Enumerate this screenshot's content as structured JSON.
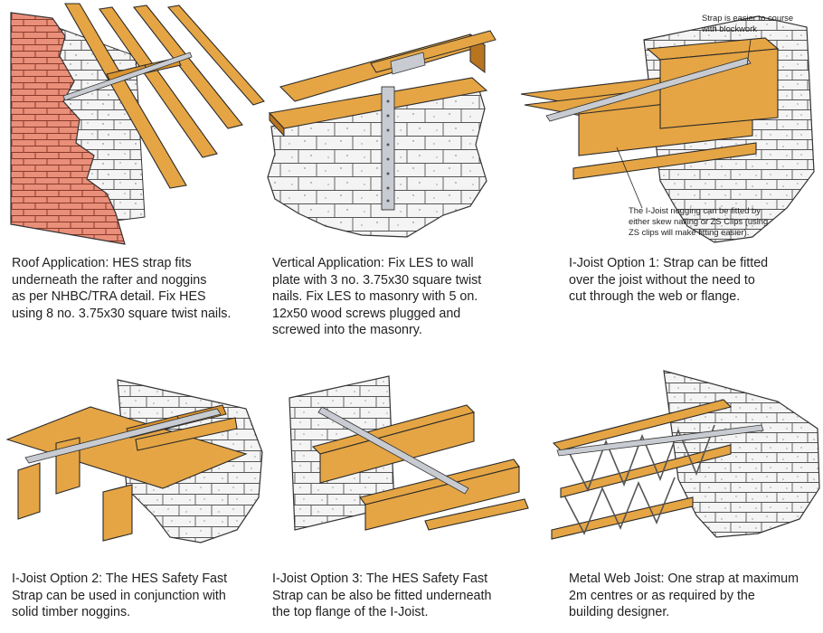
{
  "colors": {
    "timber": "#e5a544",
    "timber_dark": "#b87520",
    "brick": "#e98f7a",
    "block": "#f4f4f4",
    "strap": "#c8ccd2",
    "outline": "#2a2a2a"
  },
  "panels": [
    {
      "id": "roof",
      "caption": "Roof Application: HES strap fits\nunderneath the rafter and noggins\nas per NHBC/TRA detail. Fix HES\nusing 8 no. 3.75x30 square twist nails."
    },
    {
      "id": "vertical",
      "caption": "Vertical Application: Fix LES to wall\nplate with 3 no. 3.75x30 square twist\nnails. Fix LES to masonry with 5 on.\n12x50 wood screws plugged and\nscrewed into the masonry."
    },
    {
      "id": "ijoist1",
      "caption": "I-Joist Option 1: Strap can be fitted\nover the joist without the need to\ncut through the web or flange.",
      "note_top": "Strap is easier to course\nwith blockwork",
      "note_bottom": "The I-Joist nogging can be fitted by\neither skew nailing or ZS Clips (using\nZS clips will make fitting easier)."
    },
    {
      "id": "ijoist2",
      "caption": "I-Joist Option 2: The HES Safety Fast\nStrap can be used in conjunction with\nsolid timber noggins."
    },
    {
      "id": "ijoist3",
      "caption": "I-Joist Option 3: The HES Safety Fast\nStrap can be also be fitted underneath\nthe top flange of the I-Joist."
    },
    {
      "id": "metalweb",
      "caption": "Metal Web Joist: One strap at maximum\n2m centres or as required by the\nbuilding designer."
    }
  ]
}
